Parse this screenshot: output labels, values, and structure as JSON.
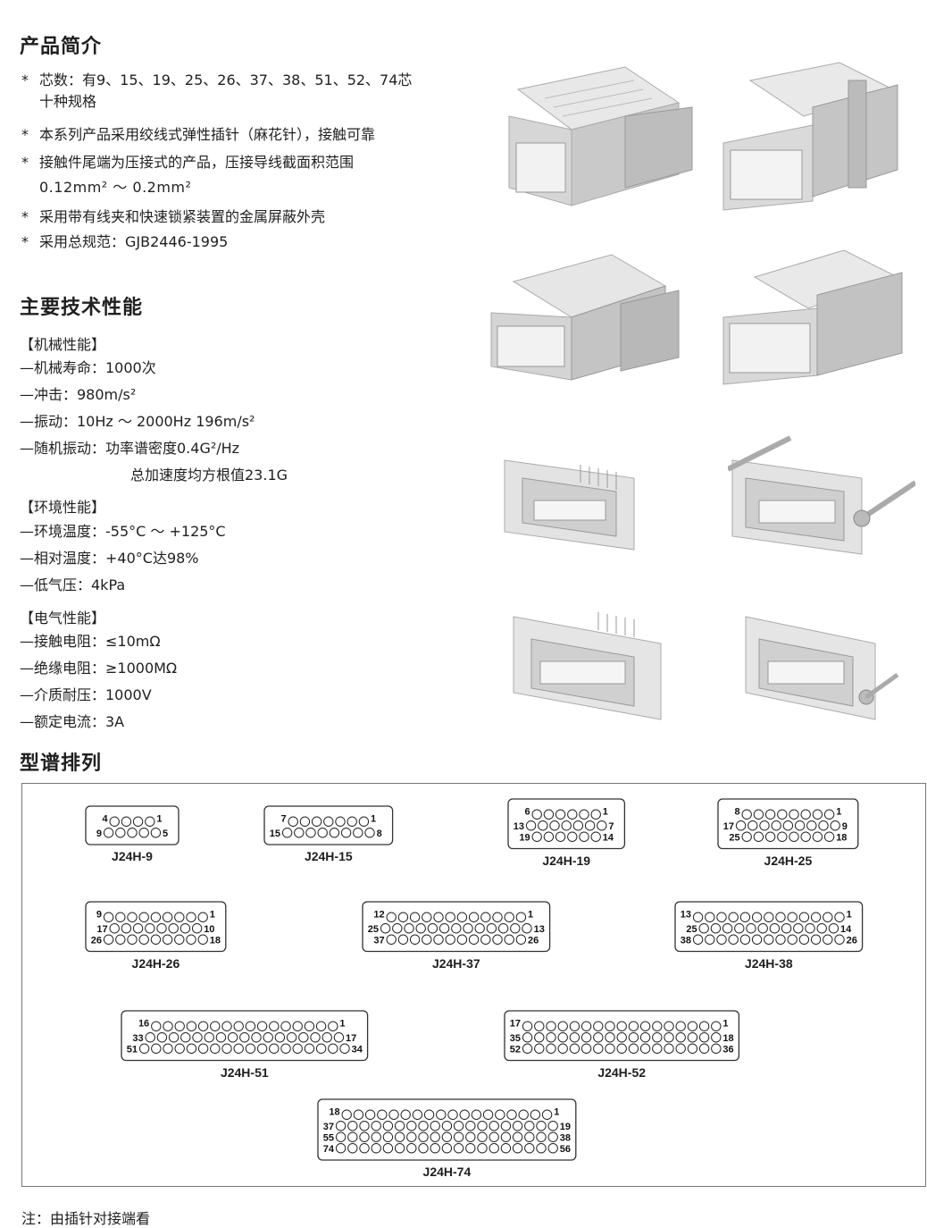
{
  "intro": {
    "title": "产品简介",
    "bullets": [
      "芯数：有9、15、19、25、26、37、38、51、52、74芯十种规格",
      "本系列产品采用绞线式弹性插针（麻花针），接触可靠",
      "接触件尾端为压接式的产品，压接导线截面积范围",
      "采用带有线夹和快速锁紧装置的金属屏蔽外壳",
      "采用总规范：GJB2446-1995"
    ],
    "bullet1_line2": "十种规格",
    "bullet1_line1": "芯数：有9、15、19、25、26、37、38、51、52、74芯",
    "bullet3_line2": "0.12mm² ～ 0.2mm²"
  },
  "performance": {
    "title": "主要技术性能",
    "mechanical": {
      "heading": "【机械性能】",
      "items": [
        "—机械寿命：1000次",
        "—冲击：980m/s²",
        "—振动：10Hz ～ 2000Hz   196m/s²",
        "—随机振动：功率谱密度0.4G²/Hz",
        "总加速度均方根值23.1G"
      ]
    },
    "environment": {
      "heading": "【环境性能】",
      "items": [
        "—环境温度：-55°C ～ +125°C",
        "—相对温度：+40°C达98%",
        "—低气压：4kPa"
      ]
    },
    "electrical": {
      "heading": "【电气性能】",
      "items": [
        "—接触电阻：≤10mΩ",
        "—绝缘电阻：≥1000MΩ",
        "—介质耐压：1000V",
        "—额定电流：3A"
      ]
    }
  },
  "layout_section": {
    "title": "型谱排列",
    "connectors": [
      {
        "model": "J24H-9",
        "rows": [
          4,
          5
        ],
        "numbers": [
          [
            "4",
            "1"
          ],
          [
            "9",
            "5"
          ]
        ]
      },
      {
        "model": "J24H-15",
        "rows": [
          7,
          8
        ],
        "numbers": [
          [
            "7",
            "1"
          ],
          [
            "15",
            "8"
          ]
        ]
      },
      {
        "model": "J24H-19",
        "rows": [
          6,
          7,
          6
        ],
        "numbers": [
          [
            "6",
            "1"
          ],
          [
            "13",
            "7"
          ],
          [
            "19",
            "14"
          ]
        ]
      },
      {
        "model": "J24H-25",
        "rows": [
          8,
          9,
          8
        ],
        "numbers": [
          [
            "8",
            "1"
          ],
          [
            "17",
            "9"
          ],
          [
            "25",
            "18"
          ]
        ]
      },
      {
        "model": "J24H-26",
        "rows": [
          9,
          8,
          9
        ],
        "numbers": [
          [
            "9",
            "1"
          ],
          [
            "17",
            "10"
          ],
          [
            "26",
            "18"
          ]
        ]
      },
      {
        "model": "J24H-37",
        "rows": [
          12,
          13,
          12
        ],
        "numbers": [
          [
            "12",
            "1"
          ],
          [
            "25",
            "13"
          ],
          [
            "37",
            "26"
          ]
        ]
      },
      {
        "model": "J24H-38",
        "rows": [
          13,
          12,
          13
        ],
        "numbers": [
          [
            "13",
            "1"
          ],
          [
            "25",
            "14"
          ],
          [
            "38",
            "26"
          ]
        ]
      },
      {
        "model": "J24H-51",
        "rows": [
          16,
          17,
          18
        ],
        "numbers": [
          [
            "16",
            "1"
          ],
          [
            "33",
            "17"
          ],
          [
            "51",
            "34"
          ]
        ]
      },
      {
        "model": "J24H-52",
        "rows": [
          17,
          17,
          17
        ],
        "numbers": [
          [
            "17",
            "1"
          ],
          [
            "35",
            "18"
          ],
          [
            "52",
            "36"
          ]
        ]
      },
      {
        "model": "J24H-74",
        "rows": [
          18,
          19,
          19,
          19
        ],
        "numbers": [
          [
            "18",
            "1"
          ],
          [
            "37",
            "19"
          ],
          [
            "55",
            "38"
          ],
          [
            "74",
            "56"
          ]
        ]
      }
    ]
  },
  "note": "注：由插针对接端看"
}
